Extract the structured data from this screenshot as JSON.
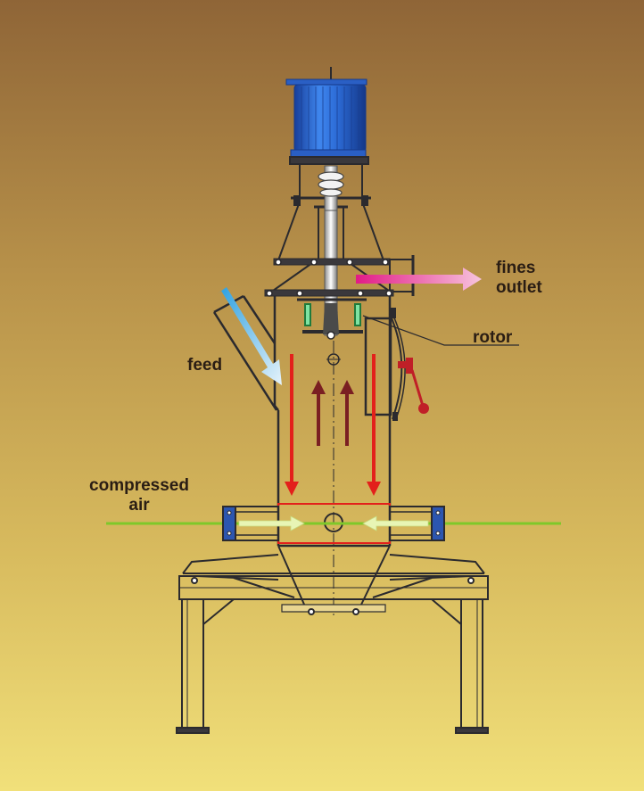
{
  "labels": {
    "fines_outlet_line1": "fines",
    "fines_outlet_line2": "outlet",
    "rotor": "rotor",
    "feed": "feed",
    "compressed_air_line1": "compressed",
    "compressed_air_line2": "air"
  },
  "colors": {
    "structure": "#2b2a2e",
    "motor_blue": "#2f6fd8",
    "feed_arrow": "#5ab4e6",
    "fines_arrow": "#e0208a",
    "air_line": "#7ec82a",
    "flow_red": "#e3201b",
    "flow_dark": "#7a1f22",
    "valve_red": "#c01f27"
  }
}
